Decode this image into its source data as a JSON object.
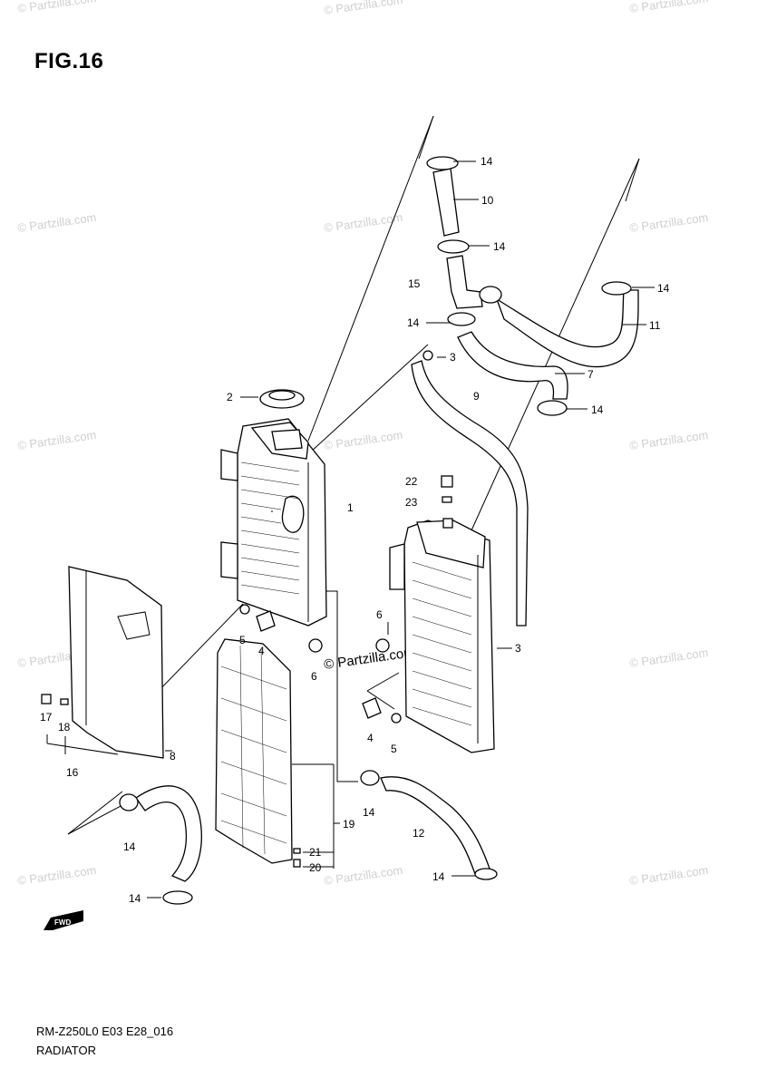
{
  "figure": {
    "title": "FIG.16",
    "code": "RM-Z250L0 E03 E28_016",
    "name": "RADIATOR"
  },
  "watermarks": {
    "text": "© Partzilla.com",
    "highlighted": "© Partzilla.com"
  },
  "callouts": [
    {
      "id": "c14a",
      "text": "14"
    },
    {
      "id": "c10",
      "text": "10"
    },
    {
      "id": "c14b",
      "text": "14"
    },
    {
      "id": "c15",
      "text": "15"
    },
    {
      "id": "c14c",
      "text": "14"
    },
    {
      "id": "c14d",
      "text": "14"
    },
    {
      "id": "c11",
      "text": "11"
    },
    {
      "id": "c3a",
      "text": "3"
    },
    {
      "id": "c7",
      "text": "7"
    },
    {
      "id": "c9",
      "text": "9"
    },
    {
      "id": "c14e",
      "text": "14"
    },
    {
      "id": "c2",
      "text": "2"
    },
    {
      "id": "c1",
      "text": "1"
    },
    {
      "id": "c22",
      "text": "22"
    },
    {
      "id": "c23",
      "text": "23"
    },
    {
      "id": "c6a",
      "text": "6"
    },
    {
      "id": "c3b",
      "text": "3"
    },
    {
      "id": "c5a",
      "text": "5"
    },
    {
      "id": "c4a",
      "text": "4"
    },
    {
      "id": "c6b",
      "text": "6"
    },
    {
      "id": "c4b",
      "text": "4"
    },
    {
      "id": "c5b",
      "text": "5"
    },
    {
      "id": "c17",
      "text": "17"
    },
    {
      "id": "c18",
      "text": "18"
    },
    {
      "id": "c8",
      "text": "8"
    },
    {
      "id": "c16",
      "text": "16"
    },
    {
      "id": "c14f",
      "text": "14"
    },
    {
      "id": "c19",
      "text": "19"
    },
    {
      "id": "c21",
      "text": "21"
    },
    {
      "id": "c20",
      "text": "20"
    },
    {
      "id": "c14g",
      "text": "14"
    },
    {
      "id": "c12",
      "text": "12"
    },
    {
      "id": "c14h",
      "text": "14"
    },
    {
      "id": "c14i",
      "text": "14"
    }
  ],
  "front_marker": "FWD"
}
